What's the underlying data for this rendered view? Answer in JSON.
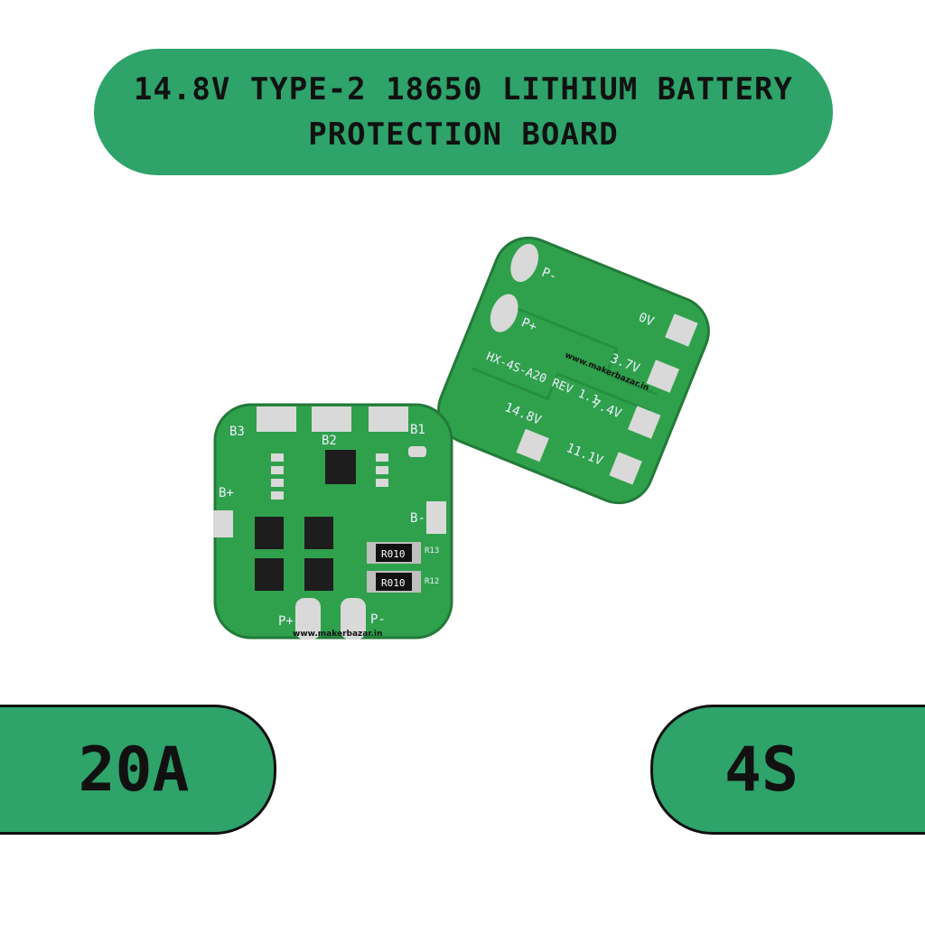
{
  "title": {
    "line1": "14.8V TYPE-2 18650 LITHIUM BATTERY",
    "line2": "PROTECTION BOARD"
  },
  "specs": {
    "current": "20A",
    "series": "4S"
  },
  "boards": {
    "front": {
      "pad_labels": [
        "B3",
        "B2",
        "B1",
        "B+",
        "B-",
        "P+",
        "P-"
      ],
      "resistor_code": "R010",
      "resistor_refs": [
        "R13",
        "R12"
      ],
      "watermark": "www.makerbazar.in"
    },
    "back": {
      "pad_labels": [
        "0V",
        "3.7V",
        "7.4V",
        "11.1V",
        "14.8V",
        "P-",
        "P+"
      ],
      "model": "HX-4S-A20 REV 1.1",
      "watermark": "www.makerbazar.in"
    }
  },
  "colors": {
    "accent": "#2ea36a",
    "pcb": "#2fa14c",
    "pad": "#d9d9d9",
    "chip": "#1d1d1d"
  }
}
